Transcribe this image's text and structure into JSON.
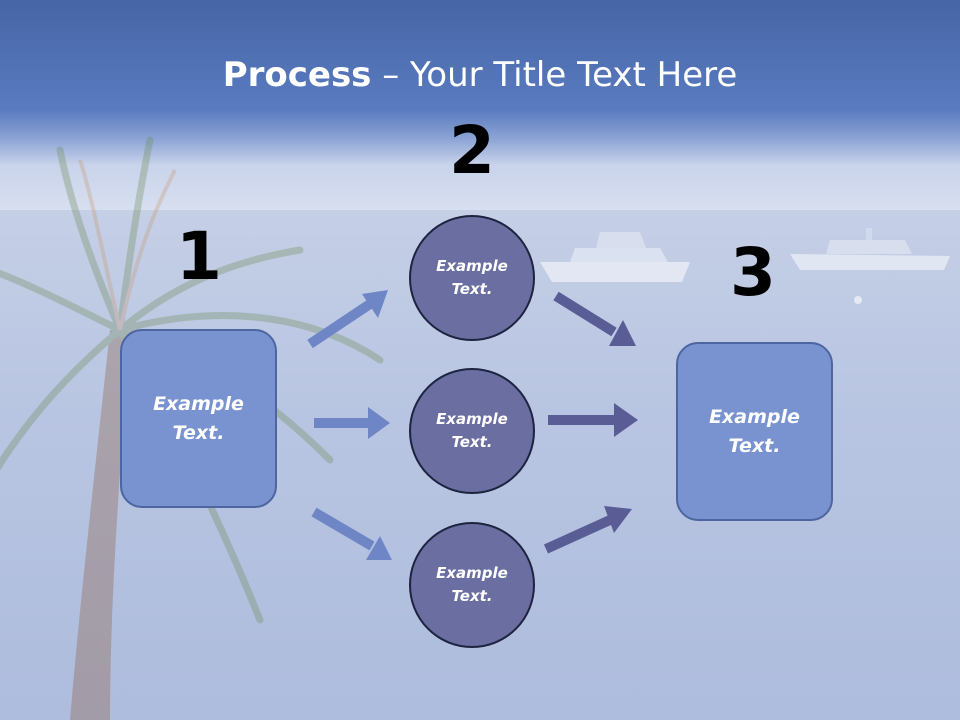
{
  "title": {
    "bold": "Process",
    "rest": " – Your Title Text Here"
  },
  "steps": [
    {
      "number": "1",
      "text_line1": "Example",
      "text_line2": "Text."
    },
    {
      "number": "2",
      "text_line1": "Example",
      "text_line2": "Text."
    },
    {
      "number": "3",
      "text_line1": "Example",
      "text_line2": "Text."
    }
  ],
  "circles": [
    {
      "text_line1": "Example",
      "text_line2": "Text."
    },
    {
      "text_line1": "Example",
      "text_line2": "Text."
    },
    {
      "text_line1": "Example",
      "text_line2": "Text."
    }
  ],
  "colors": {
    "box_fill": "#7893cf",
    "circle_fill": "#6a6ea0",
    "arrow_left": "#6f86c6",
    "arrow_right": "#5a5c95"
  }
}
